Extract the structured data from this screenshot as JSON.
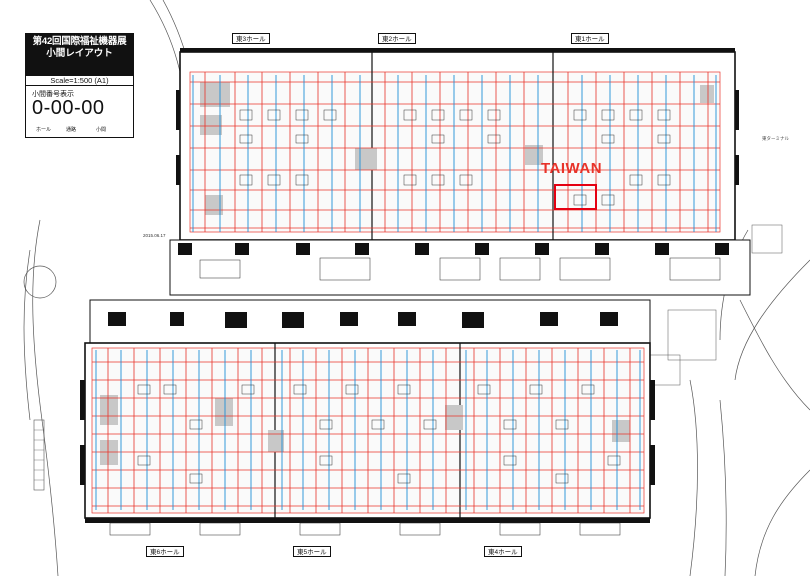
{
  "title": {
    "line1": "第42回国際福祉機器展",
    "line2": "小間レイアウト",
    "scale": "Scale=1:500 (A1)",
    "date": "2015.06.17"
  },
  "legend": {
    "title": "小間番号表示",
    "example": "0-00-00",
    "parts": [
      "ホール",
      "通路",
      "小間"
    ]
  },
  "halls": {
    "east3": "東3ホール",
    "east2": "東2ホール",
    "east1": "東1ホール",
    "east6": "東6ホール",
    "east5": "東5ホール",
    "east4": "東4ホール"
  },
  "highlight": {
    "label": "TAIWAN",
    "color": "#e50012"
  },
  "terminal_label": "東ターミナル",
  "colors": {
    "aisle_red": "#e8332a",
    "aisle_blue": "#1e8fd6",
    "booth_gray": "#c8c8c8",
    "wall": "#111111"
  }
}
